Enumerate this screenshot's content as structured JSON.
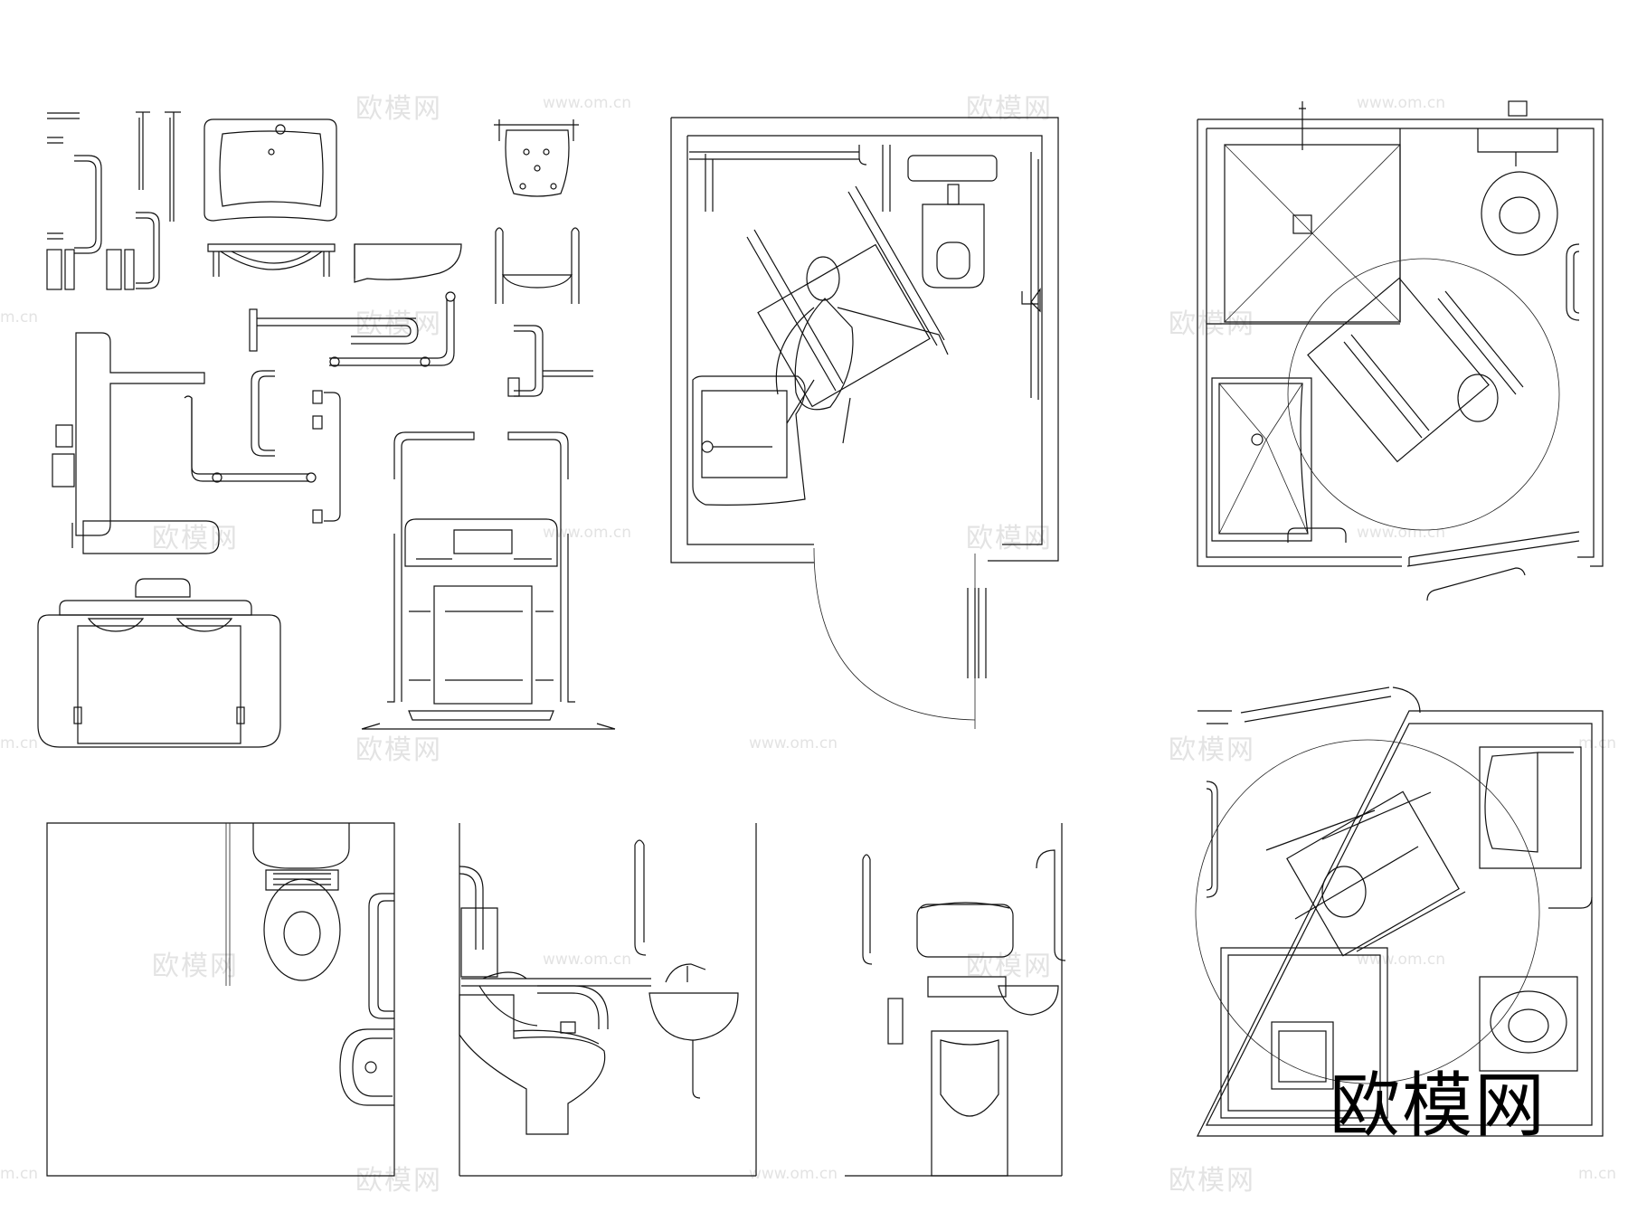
{
  "watermark": {
    "brand_cn": "欧模网",
    "site_url": "www.om.cn",
    "site_short": "m.cn"
  },
  "brand_mark": "欧模网",
  "colors": {
    "line": "#111111",
    "watermark": "#e3e3e3",
    "background": "#ffffff"
  },
  "icons": [
    "wheelchair-user-icon",
    "toilet-icon",
    "washbasin-icon",
    "grab-bar-icon",
    "shower-seat-icon",
    "turning-circle-icon",
    "door-swing-icon"
  ]
}
